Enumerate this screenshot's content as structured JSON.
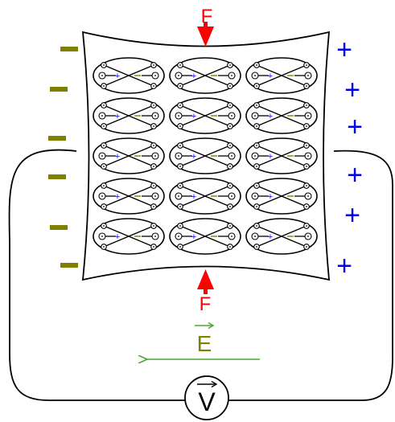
{
  "labels": {
    "force_top": "F",
    "force_bottom": "F",
    "field": "E",
    "voltmeter": "V",
    "cell_plus": "+",
    "cell_minus": "-"
  },
  "charges_left": [
    "-",
    "-",
    "-",
    "-",
    "-",
    "-"
  ],
  "charges_right": [
    "+",
    "+",
    "+",
    "+",
    "+",
    "+"
  ],
  "colors": {
    "force": "#ff0000",
    "field": "#4aa832",
    "field_label": "#808000",
    "negative": "#808000",
    "positive": "#0000ee",
    "stroke": "#000000",
    "cell_plus": "#0000ee",
    "cell_dash": "#808000"
  },
  "grid": {
    "rows": 5,
    "cols": 3
  }
}
